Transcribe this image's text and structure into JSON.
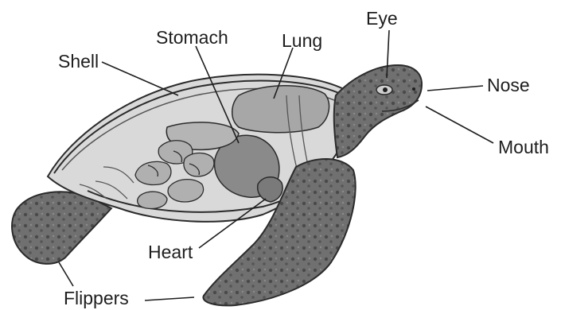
{
  "labels": {
    "shell": "Shell",
    "stomach": "Stomach",
    "lung": "Lung",
    "eye": "Eye",
    "nose": "Nose",
    "mouth": "Mouth",
    "heart": "Heart",
    "flippers": "Flippers"
  },
  "colors": {
    "skin": "#6d6d6d",
    "skin_spots": "#4a4a4a",
    "shell_cut": "#d9d9d9",
    "organs": "#a7a7a7",
    "organs_dark": "#8a8a8a",
    "outline": "#2b2b2b",
    "leader": "#1e1e1e"
  }
}
